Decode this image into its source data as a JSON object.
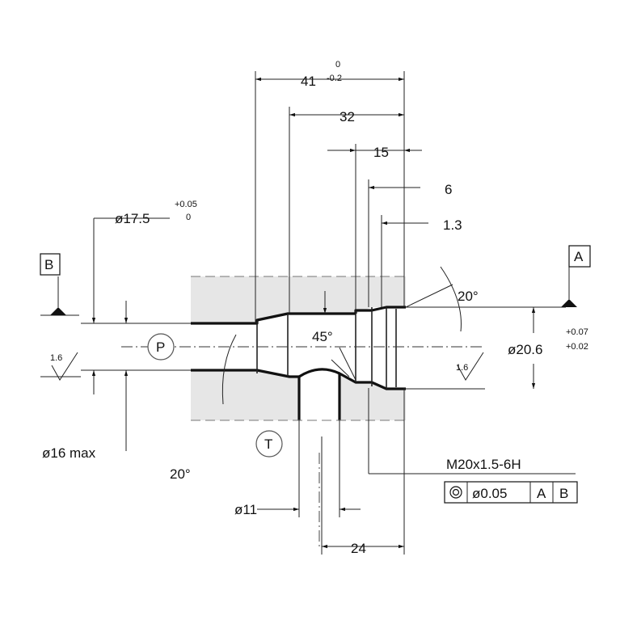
{
  "dimensions": {
    "d41": "41",
    "d41_tol_upper": "0",
    "d41_tol_lower": "-0.2",
    "d32": "32",
    "d15": "15",
    "d6": "6",
    "d1_3": "1.3",
    "dia17_5": "ø17.5",
    "dia17_5_tol_upper": "+0.05",
    "dia17_5_tol_lower": "0",
    "dia20_6": "ø20.6",
    "dia20_6_tol_upper": "+0.07",
    "dia20_6_tol_lower": "+0.02",
    "dia16max": "ø16 max",
    "dia11": "ø11",
    "d24": "24",
    "angle_20_top": "20°",
    "angle_20_bottom": "20°",
    "angle_45": "45°"
  },
  "ports": {
    "p": "P",
    "t": "T"
  },
  "datums": {
    "a": "A",
    "b": "B"
  },
  "surface_finish": {
    "left": "1.6",
    "right": "1.6"
  },
  "thread": "M20x1.5-6H",
  "tolerance_frame": {
    "value": "ø0.05",
    "datum_1": "A",
    "datum_2": "B"
  },
  "colors": {
    "body_fill": "#e6e6e6",
    "line": "#111111",
    "background": "#ffffff"
  }
}
